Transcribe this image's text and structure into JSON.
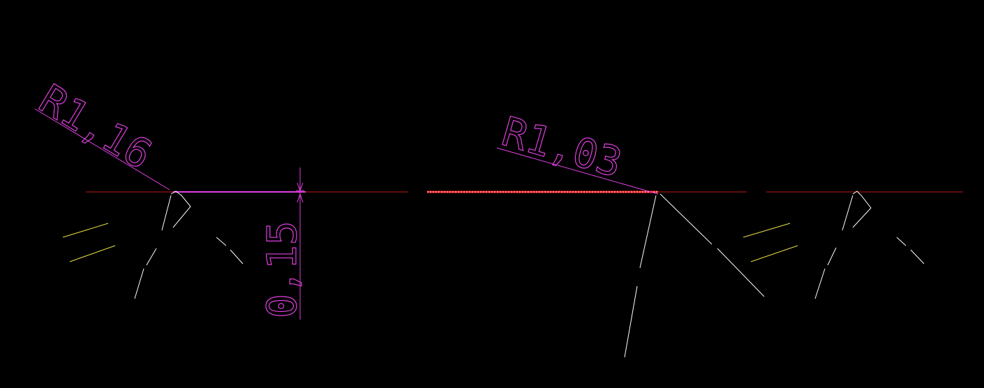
{
  "drawing": {
    "background": "#000000",
    "colors": {
      "center_line": "#c01818",
      "dimension": "#e040e0",
      "geometry": "#ffffff",
      "hatch": "#e8e040",
      "selected": "#ff2020"
    },
    "dimensions": [
      {
        "id": "radius-1",
        "label": "R1,16"
      },
      {
        "id": "radius-2",
        "label": "R1,03"
      },
      {
        "id": "linear-1",
        "label": "0,15"
      }
    ]
  }
}
